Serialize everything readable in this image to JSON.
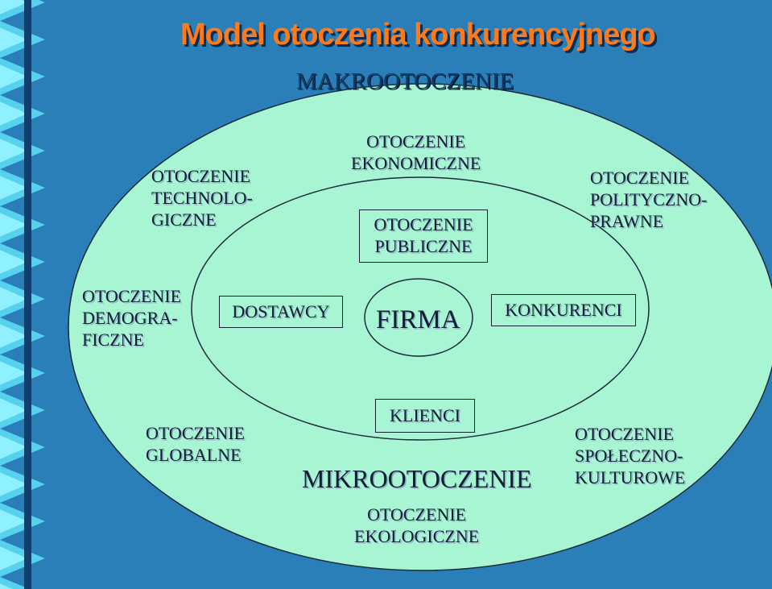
{
  "title": "Model otoczenia konkurencyjnego",
  "macro_label": "MAKROOTOCZENIE",
  "micro_label": "MIKROOTOCZENIE",
  "macro_factors": {
    "technologiczne": [
      "OTOCZENIE",
      "TECHNOLO-",
      "GICZNE"
    ],
    "ekonomiczne": [
      "OTOCZENIE",
      "EKONOMICZNE"
    ],
    "polityczno_prawne": [
      "OTOCZENIE",
      "POLITYCZNO-",
      "PRAWNE"
    ],
    "demograficzne": [
      "OTOCZENIE",
      "DEMOGRA-",
      "FICZNE"
    ],
    "globalne": [
      "OTOCZENIE",
      "GLOBALNE"
    ],
    "spoleczno_kulturowe": [
      "OTOCZENIE",
      "SPOŁECZNO-",
      "KULTUROWE"
    ],
    "ekologiczne": [
      "OTOCZENIE",
      "EKOLOGICZNE"
    ]
  },
  "micro_factors": {
    "publiczne": [
      "OTOCZENIE",
      "PUBLICZNE"
    ],
    "dostawcy": "DOSTAWCY",
    "konkurenci": "KONKURENCI",
    "klienci": "KLIENCI"
  },
  "center": "FIRMA",
  "colors": {
    "background": "#2a7fb8",
    "ellipse_fill": "#a8f5d4",
    "title": "#ff7a1a",
    "text": "#0d1f33"
  }
}
